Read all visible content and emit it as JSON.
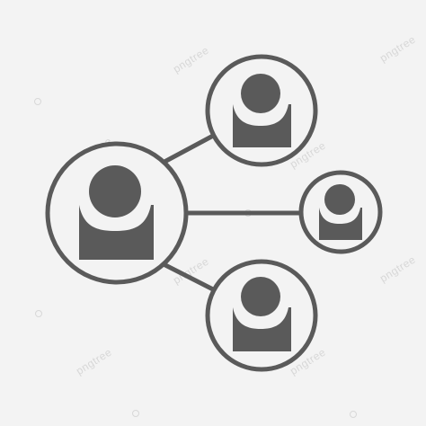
{
  "watermark": {
    "text": "pngtree",
    "color": "#d7d7d7"
  },
  "icon": {
    "stroke_color": "#5a5a5a",
    "fill_color": "#5a5a5a",
    "background": "#f3f3f3",
    "nodes": [
      "central-person-node",
      "top-person-node",
      "right-person-node",
      "bottom-person-node"
    ]
  }
}
